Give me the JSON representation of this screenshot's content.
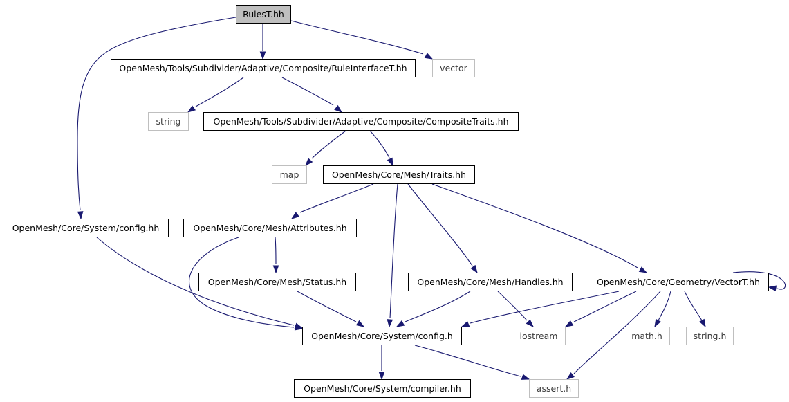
{
  "graph": {
    "title": "RulesT.hh",
    "nodes": {
      "rulest": {
        "label": "RulesT.hh",
        "kind": "root"
      },
      "ruleinterface": {
        "label": "OpenMesh/Tools/Subdivider/Adaptive/Composite/RuleInterfaceT.hh",
        "kind": "internal"
      },
      "vector": {
        "label": "vector",
        "kind": "external"
      },
      "string": {
        "label": "string",
        "kind": "external"
      },
      "compositetraits": {
        "label": "OpenMesh/Tools/Subdivider/Adaptive/Composite/CompositeTraits.hh",
        "kind": "internal"
      },
      "map": {
        "label": "map",
        "kind": "external"
      },
      "traits": {
        "label": "OpenMesh/Core/Mesh/Traits.hh",
        "kind": "internal"
      },
      "config_hh": {
        "label": "OpenMesh/Core/System/config.hh",
        "kind": "internal"
      },
      "attributes": {
        "label": "OpenMesh/Core/Mesh/Attributes.hh",
        "kind": "internal"
      },
      "status": {
        "label": "OpenMesh/Core/Mesh/Status.hh",
        "kind": "internal"
      },
      "handles": {
        "label": "OpenMesh/Core/Mesh/Handles.hh",
        "kind": "internal"
      },
      "vectort": {
        "label": "OpenMesh/Core/Geometry/VectorT.hh",
        "kind": "internal"
      },
      "config_h": {
        "label": "OpenMesh/Core/System/config.h",
        "kind": "internal"
      },
      "iostream": {
        "label": "iostream",
        "kind": "external"
      },
      "math_h": {
        "label": "math.h",
        "kind": "external"
      },
      "string_h": {
        "label": "string.h",
        "kind": "external"
      },
      "compiler": {
        "label": "OpenMesh/Core/System/compiler.hh",
        "kind": "internal"
      },
      "assert_h": {
        "label": "assert.h",
        "kind": "external"
      }
    },
    "edges": [
      [
        "rulest",
        "ruleinterface"
      ],
      [
        "rulest",
        "vector"
      ],
      [
        "rulest",
        "config_hh"
      ],
      [
        "ruleinterface",
        "string"
      ],
      [
        "ruleinterface",
        "compositetraits"
      ],
      [
        "compositetraits",
        "map"
      ],
      [
        "compositetraits",
        "traits"
      ],
      [
        "traits",
        "attributes"
      ],
      [
        "traits",
        "config_h"
      ],
      [
        "traits",
        "handles"
      ],
      [
        "traits",
        "vectort"
      ],
      [
        "config_hh",
        "config_h"
      ],
      [
        "attributes",
        "status"
      ],
      [
        "attributes",
        "config_h"
      ],
      [
        "status",
        "config_h"
      ],
      [
        "handles",
        "config_h"
      ],
      [
        "handles",
        "iostream"
      ],
      [
        "vectort",
        "vectort"
      ],
      [
        "vectort",
        "config_h"
      ],
      [
        "vectort",
        "iostream"
      ],
      [
        "vectort",
        "math_h"
      ],
      [
        "vectort",
        "string_h"
      ],
      [
        "vectort",
        "assert_h"
      ],
      [
        "config_h",
        "compiler"
      ],
      [
        "config_h",
        "assert_h"
      ]
    ]
  }
}
